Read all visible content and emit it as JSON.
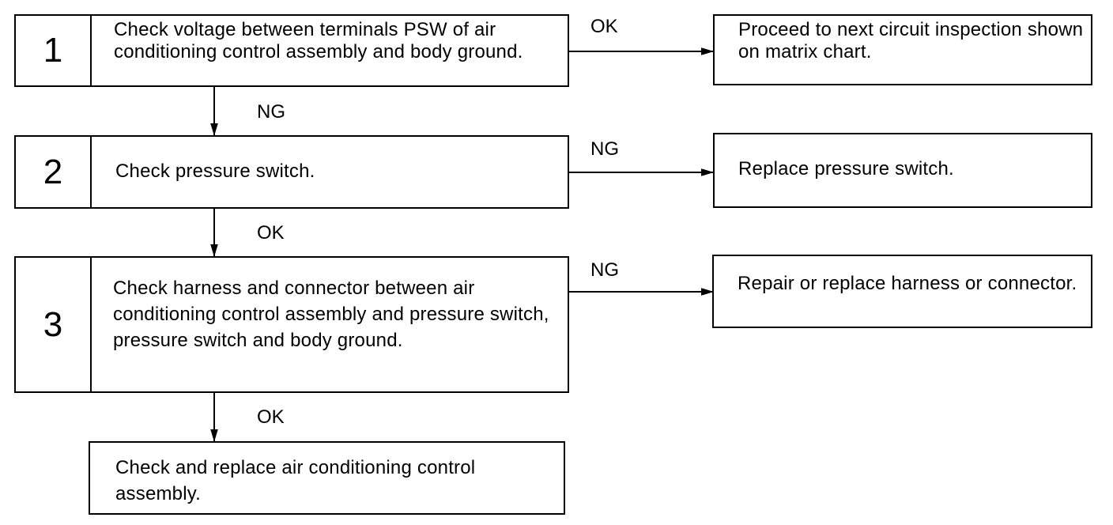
{
  "steps": [
    {
      "number": "1",
      "text": "Check voltage between terminals PSW of air conditioning control assembly and body ground."
    },
    {
      "number": "2",
      "text": "Check pressure switch."
    },
    {
      "number": "3",
      "text": "Check harness and connector between air conditioning control assembly and pressure switch, pressure switch and body ground."
    }
  ],
  "results": [
    {
      "text": "Proceed to next circuit inspection shown on matrix chart."
    },
    {
      "text": "Replace pressure switch."
    },
    {
      "text": "Repair or replace harness or connector."
    }
  ],
  "final_box": {
    "text": "Check and replace air conditioning control assembly."
  },
  "labels": {
    "step1_right": "OK",
    "step1_down": "NG",
    "step2_right": "NG",
    "step2_down": "OK",
    "step3_right": "NG",
    "step3_down": "OK"
  }
}
